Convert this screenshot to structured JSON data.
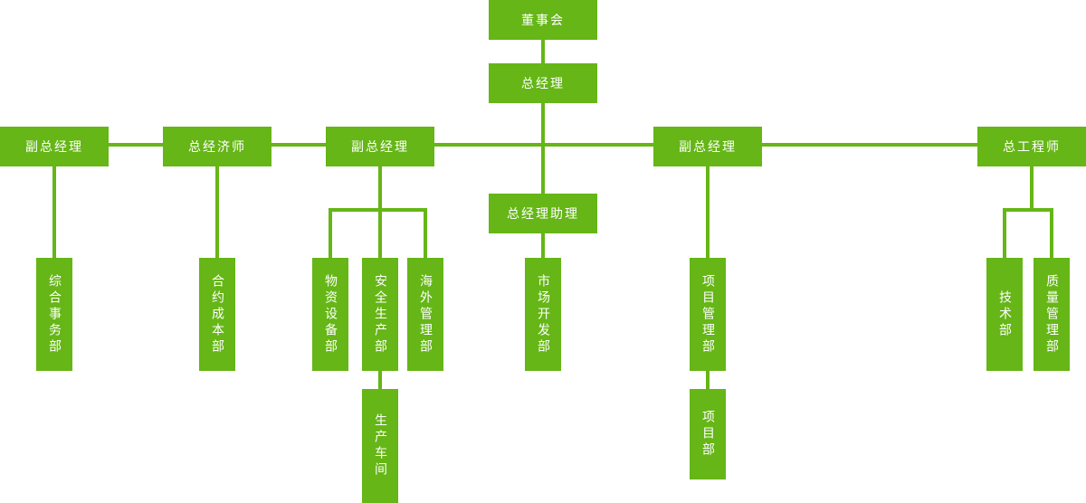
{
  "accent_color": "#65b616",
  "nodes": {
    "board": "董事会",
    "general_manager": "总经理",
    "deputy_gm_left": "副总经理",
    "chief_economist": "总经济师",
    "deputy_gm_mid": "副总经理",
    "deputy_gm_right": "副总经理",
    "chief_engineer": "总工程师",
    "gm_assistant": "总经理助理",
    "general_affairs_dept": "综合事务部",
    "contract_cost_dept": "合约成本部",
    "materials_equipment_dept": "物资设备部",
    "safety_production_dept": "安全生产部",
    "overseas_management_dept": "海外管理部",
    "market_development_dept": "市场开发部",
    "project_management_dept": "项目管理部",
    "technology_dept": "技术部",
    "quality_management_dept": "质量管理部",
    "production_workshop": "生产车间",
    "project_dept": "项目部"
  }
}
